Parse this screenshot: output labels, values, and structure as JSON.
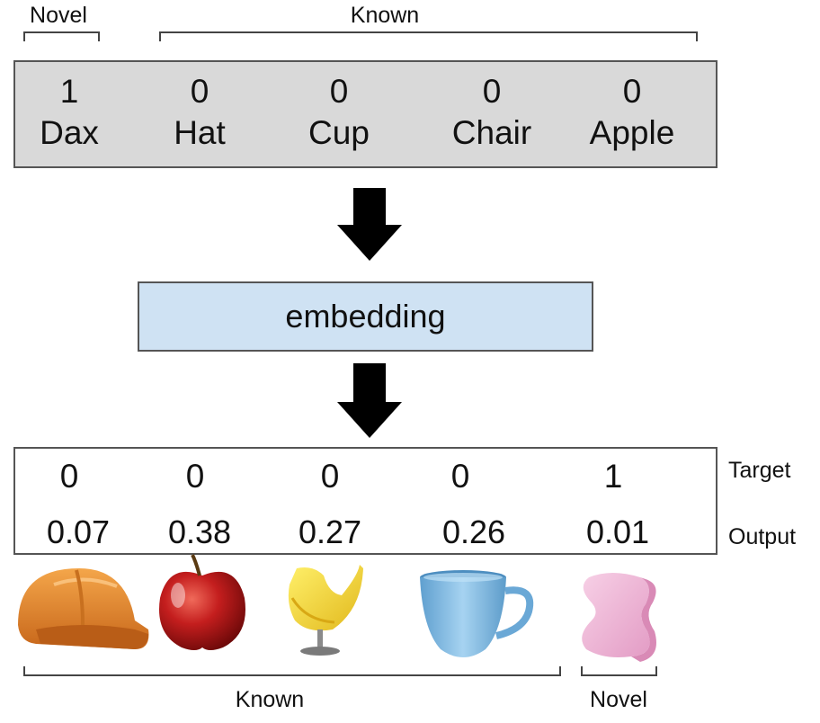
{
  "input": {
    "group_labels": {
      "novel": "Novel",
      "known": "Known"
    },
    "items": [
      {
        "value": "1",
        "label": "Dax"
      },
      {
        "value": "0",
        "label": "Hat"
      },
      {
        "value": "0",
        "label": "Cup"
      },
      {
        "value": "0",
        "label": "Chair"
      },
      {
        "value": "0",
        "label": "Apple"
      }
    ]
  },
  "embedding_label": "embedding",
  "output": {
    "row_labels": {
      "target": "Target",
      "output": "Output"
    },
    "targets": [
      "0",
      "0",
      "0",
      "0",
      "1"
    ],
    "outputs": [
      "0.07",
      "0.38",
      "0.27",
      "0.26",
      "0.01"
    ],
    "images": [
      "hard-hat-icon",
      "apple-icon",
      "chair-icon",
      "cup-icon",
      "dax-novel-object-icon"
    ],
    "group_labels": {
      "known": "Known",
      "novel": "Novel"
    }
  },
  "colors": {
    "input_box": "#d9d9d9",
    "embedding_box": "#cfe2f3",
    "arrow": "#000000",
    "hat": "#e0852b",
    "apple": "#c41e1e",
    "chair": "#f2dc2e",
    "cup": "#79b4de",
    "dax": "#f2b8d8"
  }
}
